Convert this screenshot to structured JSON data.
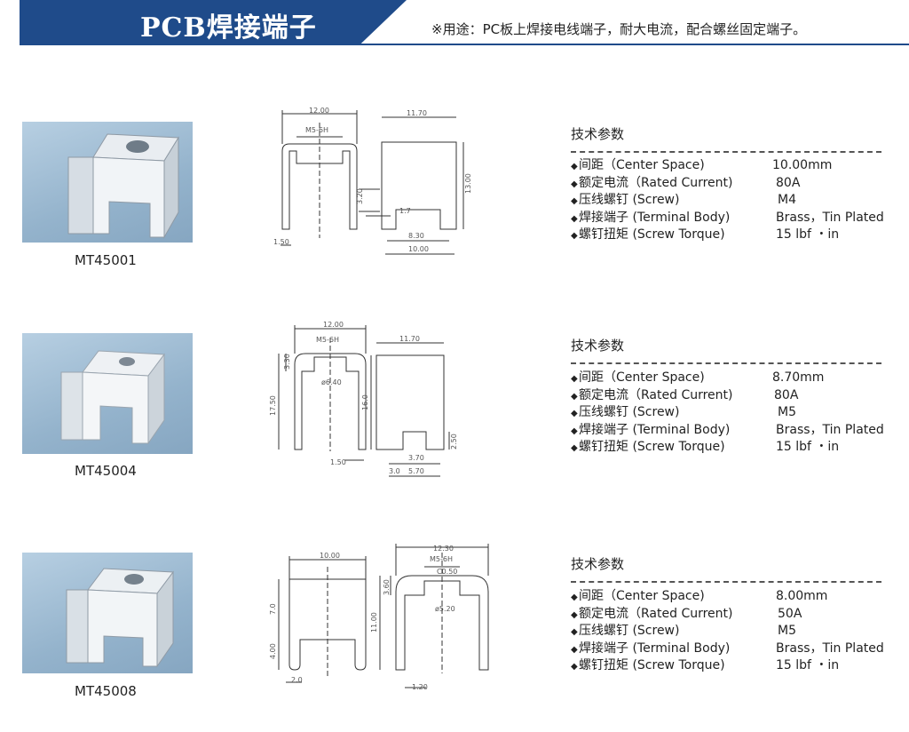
{
  "header": {
    "title": "PCB焊接端子",
    "note": "※用途：PC板上焊接电线端子，耐大电流，配合螺丝固定端子。"
  },
  "products": [
    {
      "model": "MT45001",
      "spec_title": "技术参数",
      "specs": [
        {
          "label": "间距（Center Space)",
          "value": "10.00mm"
        },
        {
          "label": "额定电流（Rated Current)",
          "value": "80A"
        },
        {
          "label": "压线螺钉 (Screw)",
          "value": "M4"
        },
        {
          "label": "焊接端子 (Terminal Body)",
          "value": "Brass，Tin Plated"
        },
        {
          "label": "螺钉扭矩 (Screw Torque)",
          "value": "15  lbf ・in"
        }
      ],
      "dims": {
        "front_width": "12.00",
        "thread": "M5-6H",
        "slot": "3.20",
        "gap": "1.7",
        "leg": "1.50",
        "side_width": "11.70",
        "height": "13.00",
        "slot_width": "8.30",
        "base_width": "10.00"
      }
    },
    {
      "model": "MT45004",
      "spec_title": "技术参数",
      "specs": [
        {
          "label": "间距（Center Space)",
          "value": "8.70mm"
        },
        {
          "label": "额定电流（Rated Current)",
          "value": "80A"
        },
        {
          "label": "压线螺钉 (Screw)",
          "value": "M5"
        },
        {
          "label": "焊接端子 (Terminal Body)",
          "value": "Brass，Tin Plated"
        },
        {
          "label": "螺钉扭矩 (Screw Torque)",
          "value": "15  lbf ・in"
        }
      ],
      "dims": {
        "front_width": "12.00",
        "thread": "M5-6H",
        "top": "3.30",
        "hole": "ø6.40",
        "height": "17.50",
        "leg": "1.50",
        "side_width": "11.70",
        "side_height": "16.0",
        "slot_h": "2.50",
        "slot_w": "3.70",
        "foot": "3.0",
        "foot_w": "5.70"
      }
    },
    {
      "model": "MT45008",
      "spec_title": "技术参数",
      "specs": [
        {
          "label": "间距（Center Space)",
          "value": "8.00mm"
        },
        {
          "label": "额定电流（Rated Current)",
          "value": "50A"
        },
        {
          "label": "压线螺钉 (Screw)",
          "value": "M5"
        },
        {
          "label": "焊接端子 (Terminal Body)",
          "value": "Brass，Tin Plated"
        },
        {
          "label": "螺钉扭矩 (Screw Torque)",
          "value": "15  lbf ・in"
        }
      ],
      "dims": {
        "front_width": "10.00",
        "upper": "7.0",
        "lower": "4.00",
        "leg": "2.0",
        "side_width": "12.30",
        "thread": "M5-6H",
        "chamfer": "C0.50",
        "top": "3.60",
        "hole": "ø5.20",
        "height": "11.00",
        "base_leg": "1.20"
      }
    }
  ]
}
